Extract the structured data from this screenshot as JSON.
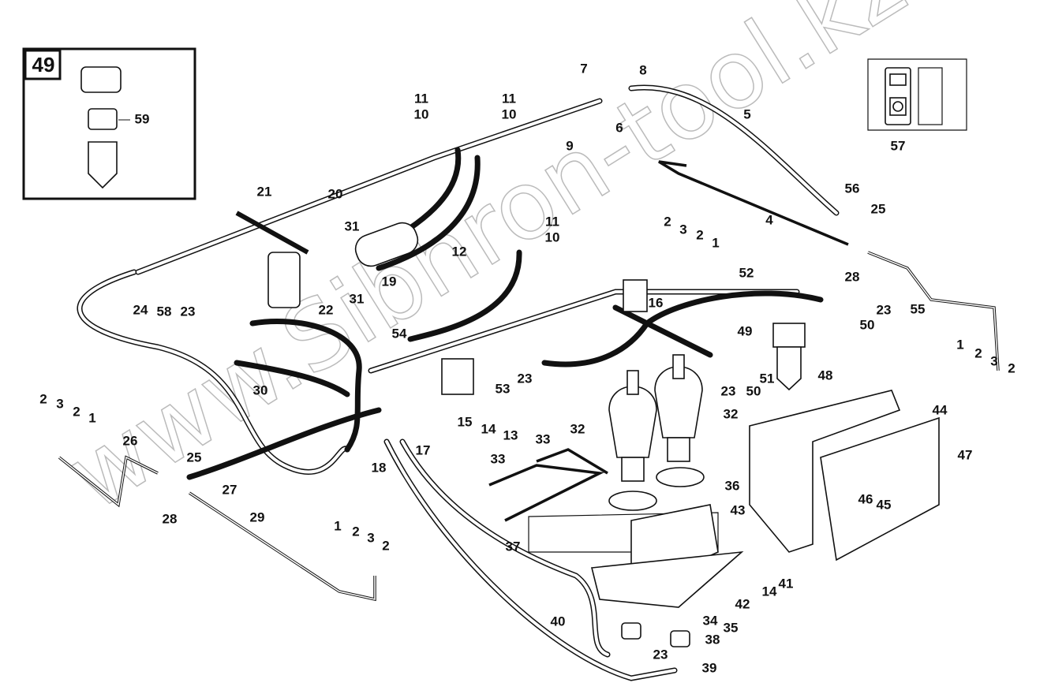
{
  "inset": {
    "number": "49",
    "part_label": "59"
  },
  "switch_inset": {
    "label": "57"
  },
  "watermark": "www.Sibhron-tool.kz",
  "callouts": [
    "7",
    "8",
    "11",
    "11",
    "10",
    "10",
    "9",
    "6",
    "5",
    "21",
    "20",
    "56",
    "25",
    "2",
    "3",
    "2",
    "1",
    "4",
    "28",
    "55",
    "31",
    "12",
    "11",
    "10",
    "19",
    "22",
    "31",
    "24",
    "58",
    "23",
    "52",
    "16",
    "23",
    "50",
    "49",
    "1",
    "2",
    "3",
    "2",
    "54",
    "30",
    "53",
    "23",
    "23",
    "50",
    "51",
    "48",
    "15",
    "14",
    "13",
    "32",
    "32",
    "44",
    "47",
    "2",
    "3",
    "2",
    "1",
    "26",
    "25",
    "17",
    "18",
    "33",
    "33",
    "36",
    "43",
    "46",
    "45",
    "27",
    "28",
    "29",
    "1",
    "2",
    "3",
    "2",
    "37",
    "14",
    "41",
    "42",
    "34",
    "35",
    "40",
    "38",
    "23",
    "39"
  ]
}
